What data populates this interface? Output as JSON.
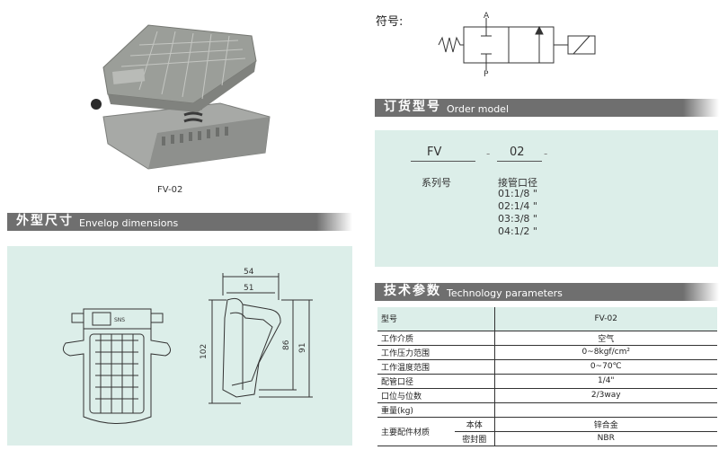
{
  "photo": {
    "caption": "FV-02"
  },
  "symbol": {
    "label": "符号:",
    "port_a": "A",
    "port_p": "P"
  },
  "dimensions": {
    "title_zh": "外型尺寸",
    "title_en": "Envelop dimensions",
    "front_label": "SNS",
    "dims": {
      "w54": "54",
      "w51": "51",
      "h102": "102",
      "h86": "86",
      "h91": "91"
    }
  },
  "order": {
    "title_zh": "订货型号",
    "title_en": "Order model",
    "code1": "FV",
    "sep": "-",
    "code2": "02",
    "series_label": "系列号",
    "port_label": "接管口径",
    "port_options": [
      "01:1/8 \"",
      "02:1/4 \"",
      "03:3/8 \"",
      "04:1/2 \""
    ]
  },
  "tech": {
    "title_zh": "技术参数",
    "title_en": "Technology parameters",
    "header": {
      "key": "型号",
      "value": "FV-02"
    },
    "rows": [
      {
        "key": "工作介质",
        "value": "空气"
      },
      {
        "key": "工作压力范围",
        "value": "0~8kgf/cm²"
      },
      {
        "key": "工作温度范围",
        "value": "0~70℃"
      },
      {
        "key": "配管口径",
        "value": "1/4\""
      },
      {
        "key": "口位与位数",
        "value": "2/3way"
      },
      {
        "key": "重量(kg)",
        "value": ""
      }
    ],
    "material": {
      "key": "主要配件材质",
      "sub1": "本体",
      "val1": "锌合金",
      "sub2": "密封圈",
      "val2": "NBR"
    }
  }
}
